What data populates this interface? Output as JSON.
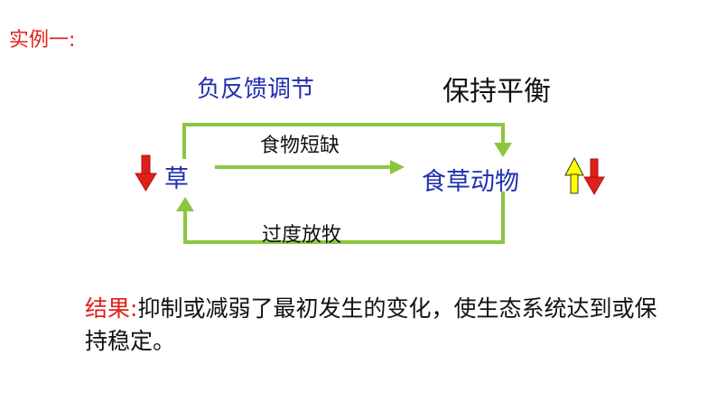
{
  "example_label": "实例一:",
  "titles": {
    "left": "负反馈调节",
    "right": "保持平衡"
  },
  "nodes": {
    "grass": "草",
    "herbivore": "食草动物"
  },
  "edge_labels": {
    "top": "食物短缺",
    "bottom": "过度放牧"
  },
  "result": {
    "label": "结果:",
    "text": "抑制或减弱了最初发生的变化，使生态系统达到或保持稳定。"
  },
  "colors": {
    "green_loop": "#8cc63f",
    "red_arrow": "#e0211a",
    "yellow_arrow": "#ffff00",
    "blue_text": "#1f2fb0"
  },
  "icons": {
    "grass_trend": "red-down-arrow-icon",
    "herbivore_trend_up": "yellow-up-arrow-icon",
    "herbivore_trend_down": "red-down-arrow-icon"
  }
}
